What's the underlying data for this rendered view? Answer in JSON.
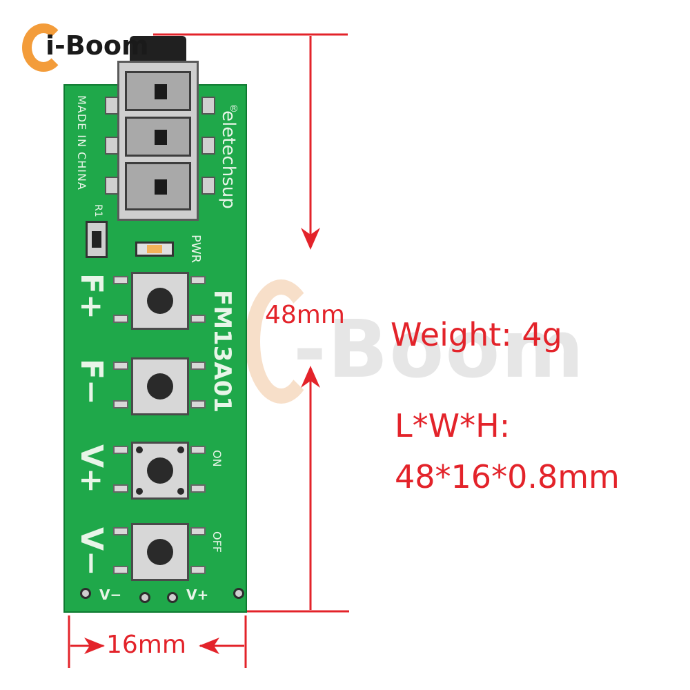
{
  "logo": {
    "text": "i-Boom",
    "ring_color": "#f39c3a"
  },
  "watermark": {
    "text": "-Boom"
  },
  "board": {
    "color": "#1fa84a",
    "brand": "eletechsup",
    "model": "FM13A01",
    "made_in": "MADE IN CHINA",
    "resistor_label": "R1",
    "led_label": "PWR",
    "button_labels": [
      "F+",
      "F−",
      "V+",
      "V−"
    ],
    "on_label": "ON",
    "off_label": "OFF",
    "pad_left": "V−",
    "pad_right": "V+",
    "registered": "®"
  },
  "dimensions": {
    "length": "48mm",
    "width": "16mm"
  },
  "specs": {
    "weight": "Weight: 4g",
    "lwh_label": "L*W*H:",
    "lwh_value": "48*16*0.8mm",
    "color": "#e3232a"
  }
}
